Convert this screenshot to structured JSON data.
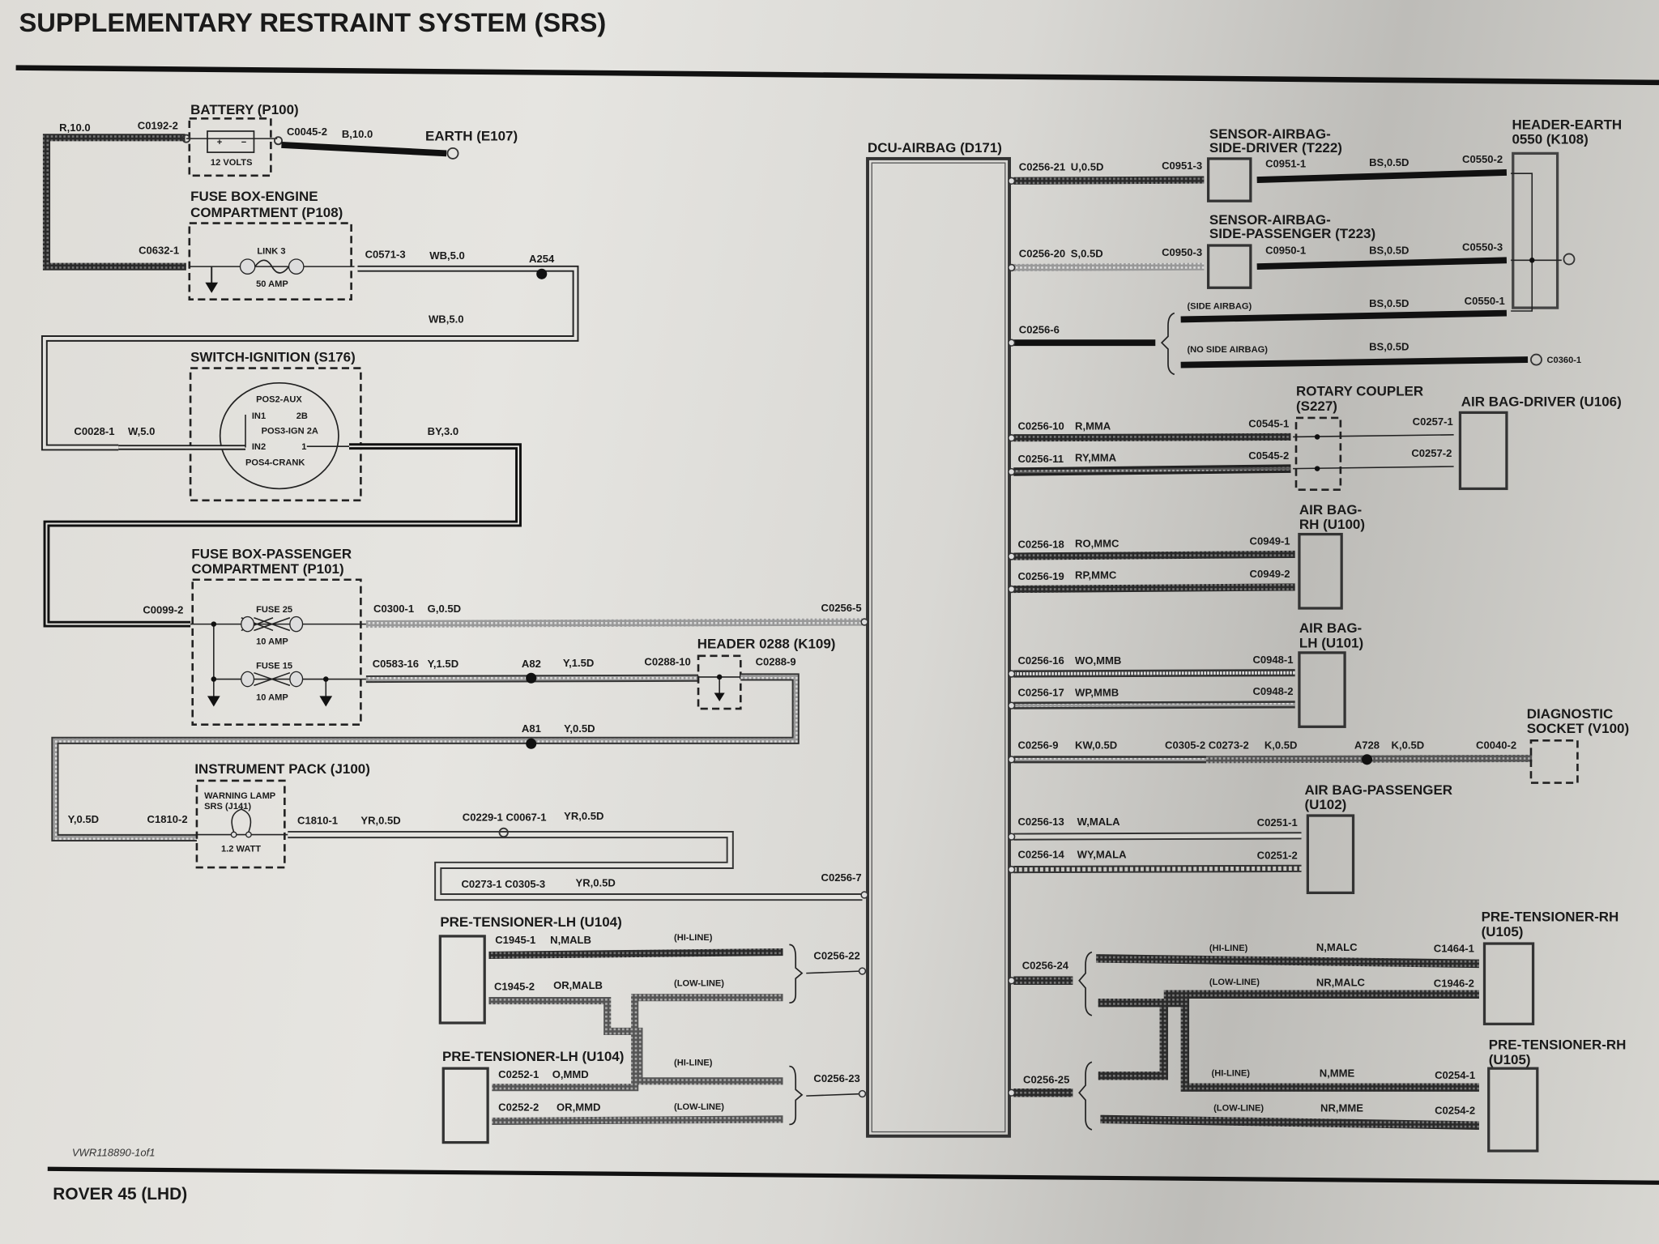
{
  "title": "SUPPLEMENTARY RESTRAINT SYSTEM (SRS)",
  "footer": {
    "model": "ROVER 45 (LHD)",
    "drawing_code": "VWR118890-1of1"
  },
  "components": {
    "battery": {
      "name": "BATTERY (P100)",
      "rating": "12 VOLTS",
      "plus": "+",
      "minus": "−"
    },
    "earth_e107": "EARTH (E107)",
    "fusebox_engine": {
      "name1": "FUSE BOX-ENGINE",
      "name2": "COMPARTMENT (P108)",
      "link": "LINK 3",
      "rating": "50 AMP"
    },
    "ignition": {
      "name": "SWITCH-IGNITION (S176)",
      "pos2": "POS2-AUX",
      "in1": "IN1",
      "p2b": "2B",
      "pos3": "POS3-IGN 2A",
      "in2": "IN2",
      "p1": "1",
      "pos4": "POS4-CRANK"
    },
    "fusebox_pass": {
      "name1": "FUSE BOX-PASSENGER",
      "name2": "COMPARTMENT (P101)",
      "fuse25": "FUSE 25",
      "fuse25_rating": "10 AMP",
      "fuse15": "FUSE 15",
      "fuse15_rating": "10 AMP"
    },
    "header_0288": "HEADER 0288 (K109)",
    "instrument_pack": {
      "name": "INSTRUMENT PACK (J100)",
      "lamp1": "WARNING LAMP",
      "lamp2": "SRS (J141)",
      "rating": "1.2 WATT"
    },
    "dcu": "DCU-AIRBAG (D171)",
    "sensor_driver": {
      "name1": "SENSOR-AIRBAG-",
      "name2": "SIDE-DRIVER (T222)"
    },
    "sensor_passenger": {
      "name1": "SENSOR-AIRBAG-",
      "name2": "SIDE-PASSENGER (T223)"
    },
    "header_earth": {
      "name1": "HEADER-EARTH",
      "name2": "0550 (K108)"
    },
    "rotary_coupler": {
      "name1": "ROTARY COUPLER",
      "name2": "(S227)"
    },
    "airbag_driver": "AIR BAG-DRIVER (U106)",
    "airbag_rh": {
      "name1": "AIR BAG-",
      "name2": "RH (U100)"
    },
    "airbag_lh": {
      "name1": "AIR BAG-",
      "name2": "LH (U101)"
    },
    "diag_socket": {
      "name1": "DIAGNOSTIC",
      "name2": "SOCKET (V100)"
    },
    "airbag_passenger": {
      "name1": "AIR BAG-PASSENGER",
      "name2": "(U102)"
    },
    "pretensioner_lh_1": "PRE-TENSIONER-LH (U104)",
    "pretensioner_lh_2": "PRE-TENSIONER-LH (U104)",
    "pretensioner_rh_1": {
      "name1": "PRE-TENSIONER-RH",
      "name2": "(U105)"
    },
    "pretensioner_rh_2": {
      "name1": "PRE-TENSIONER-RH",
      "name2": "(U105)"
    }
  },
  "labels": {
    "r10": "R,10.0",
    "c0192_2": "C0192-2",
    "c0045_2": "C0045-2",
    "b10": "B,10.0",
    "c0632_1": "C0632-1",
    "c0571_3": "C0571-3",
    "wb5a": "WB,5.0",
    "a254": "A254",
    "wb5b": "WB,5.0",
    "c0028_1": "C0028-1",
    "w5": "W,5.0",
    "by3": "BY,3.0",
    "c0099_2": "C0099-2",
    "c0300_1": "C0300-1",
    "g05d": "G,0.5D",
    "c0256_5": "C0256-5",
    "c0583_16": "C0583-16",
    "y15d_a": "Y,1.5D",
    "a82": "A82",
    "y15d_b": "Y,1.5D",
    "c0288_10": "C0288-10",
    "c0288_9": "C0288-9",
    "a81": "A81",
    "y05d_a": "Y,0.5D",
    "y05d_b": "Y,0.5D",
    "c1810_2": "C1810-2",
    "c1810_1": "C1810-1",
    "yr05d_a": "YR,0.5D",
    "c0229_c0067": "C0229-1 C0067-1",
    "yr05d_b": "YR,0.5D",
    "c0273_c0305": "C0273-1 C0305-3",
    "yr05d_c": "YR,0.5D",
    "c0256_7": "C0256-7",
    "c1945_1": "C1945-1",
    "n_malb": "N,MALB",
    "hi1": "(HI-LINE)",
    "c0256_22": "C0256-22",
    "c1945_2": "C1945-2",
    "or_malb": "OR,MALB",
    "low1": "(LOW-LINE)",
    "hi2": "(HI-LINE)",
    "c0256_23": "C0256-23",
    "c0252_1": "C0252-1",
    "o_mmd": "O,MMD",
    "c0252_2": "C0252-2",
    "or_mmd": "OR,MMD",
    "low2": "(LOW-LINE)",
    "c0256_21": "C0256-21",
    "u05d": "U,0.5D",
    "c0951_3": "C0951-3",
    "c0951_1": "C0951-1",
    "bs1": "BS,0.5D",
    "c0550_2": "C0550-2",
    "c0256_20": "C0256-20",
    "s05d": "S,0.5D",
    "c0950_3": "C0950-3",
    "c0950_1": "C0950-1",
    "bs2": "BS,0.5D",
    "c0550_3": "C0550-3",
    "c0256_6": "C0256-6",
    "side_airbag": "(SIDE AIRBAG)",
    "bs3": "BS,0.5D",
    "c0550_1": "C0550-1",
    "no_side_airbag": "(NO SIDE AIRBAG)",
    "bs4": "BS,0.5D",
    "c0360_1": "C0360-1",
    "c0256_10": "C0256-10",
    "r_mma": "R,MMA",
    "c0545_1": "C0545-1",
    "c0257_1": "C0257-1",
    "c0256_11": "C0256-11",
    "ry_mma": "RY,MMA",
    "c0545_2": "C0545-2",
    "c0257_2": "C0257-2",
    "c0256_18": "C0256-18",
    "ro_mmc": "RO,MMC",
    "c0949_1": "C0949-1",
    "c0256_19": "C0256-19",
    "rp_mmc": "RP,MMC",
    "c0949_2": "C0949-2",
    "c0256_16": "C0256-16",
    "wo_mmb": "WO,MMB",
    "c0948_1": "C0948-1",
    "c0256_17": "C0256-17",
    "wp_mmb": "WP,MMB",
    "c0948_2": "C0948-2",
    "c0256_9": "C0256-9",
    "kw05d": "KW,0.5D",
    "c0305_c0273": "C0305-2 C0273-2",
    "k05d_a": "K,0.5D",
    "a728": "A728",
    "k05d_b": "K,0.5D",
    "c0040_2": "C0040-2",
    "c0256_13": "C0256-13",
    "w_mala": "W,MALA",
    "c0251_1": "C0251-1",
    "c0256_14": "C0256-14",
    "wy_mala": "WY,MALA",
    "c0251_2": "C0251-2",
    "c0256_24": "C0256-24",
    "hi3": "(HI-LINE)",
    "n_malc": "N,MALC",
    "c1464_1": "C1464-1",
    "low3": "(LOW-LINE)",
    "nr_malc": "NR,MALC",
    "c1946_2": "C1946-2",
    "c0256_25": "C0256-25",
    "hi4": "(HI-LINE)",
    "n_mme": "N,MME",
    "c0254_1": "C0254-1",
    "low4": "(LOW-LINE)",
    "nr_mme": "NR,MME",
    "c0254_2": "C0254-2"
  }
}
